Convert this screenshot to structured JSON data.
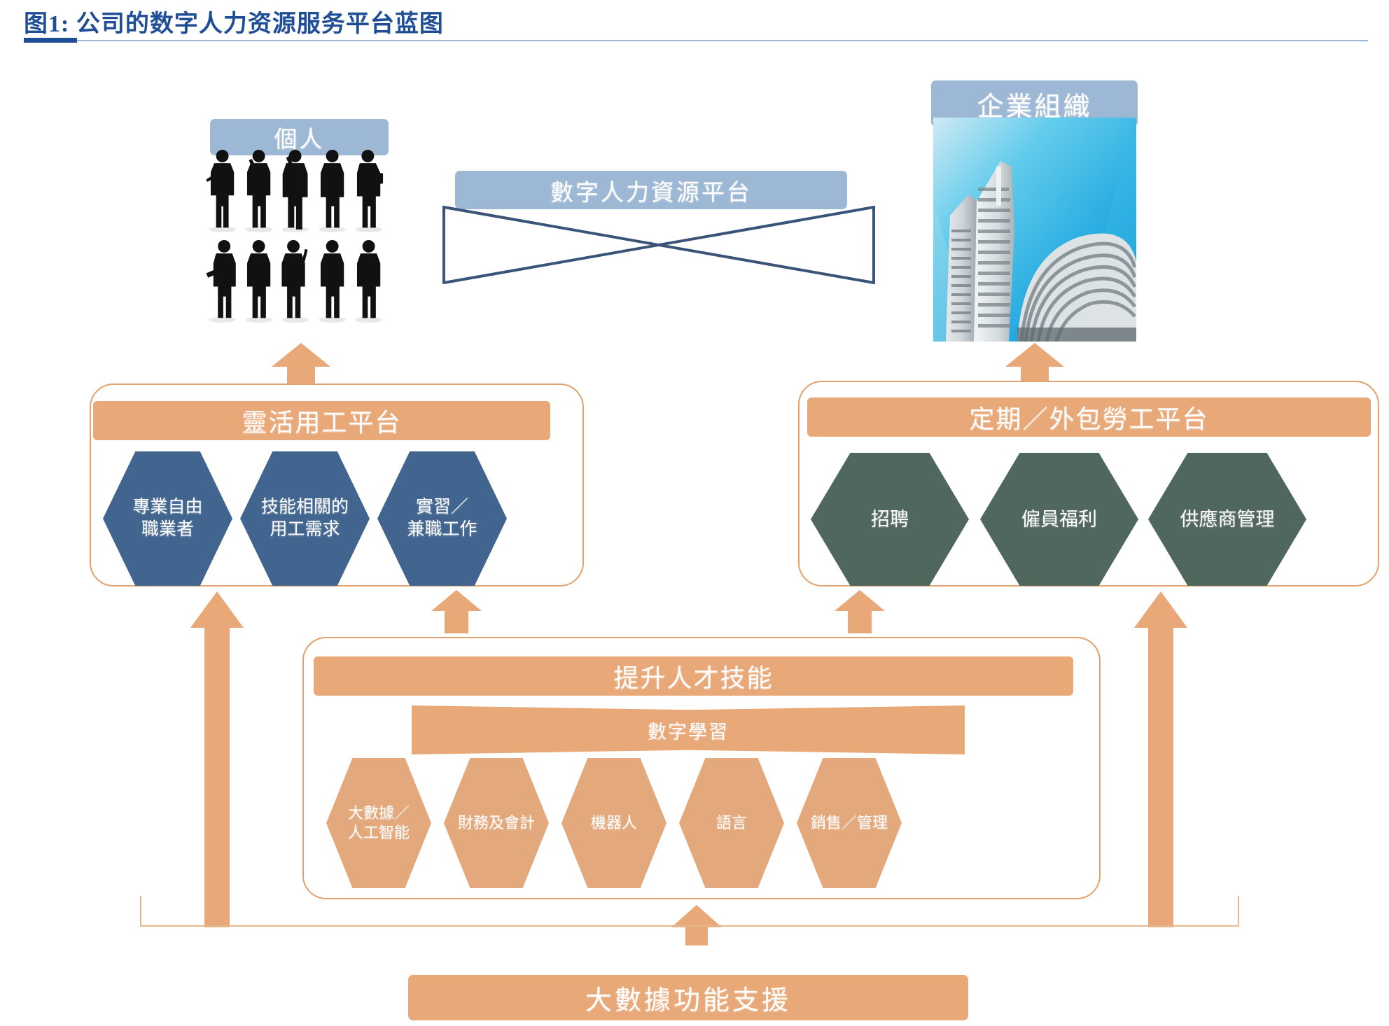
{
  "header": {
    "title": "图1: 公司的数字人力资源服务平台蓝图",
    "title_color": "#1f4e96",
    "rule_color": "#9fb6d4"
  },
  "colors": {
    "banner_blue": "#9db8d4",
    "panel_orange": "#e8a878",
    "hex_blue": "#42658f",
    "hex_green": "#50675d",
    "hex_orange": "#e3a87c",
    "bowtie_outline": "#3a5378"
  },
  "top": {
    "individuals": {
      "banner_label": "個人",
      "icon": "business-people-silhouettes",
      "people_count": 10
    },
    "platform": {
      "banner_label": "數字人力資源平台",
      "shape": "bowtie-outline"
    },
    "enterprise": {
      "banner_label": "企業組織",
      "icon": "office-buildings-photo"
    }
  },
  "panels": [
    {
      "id": "flexible-staffing",
      "title": "靈活用工平台",
      "hex_color": "blue",
      "hexagons": [
        {
          "label": "專業自由\n職業者"
        },
        {
          "label": "技能相關的\n用工需求"
        },
        {
          "label": "實習／\n兼職工作"
        }
      ]
    },
    {
      "id": "contract-outsourced",
      "title": "定期／外包勞工平台",
      "hex_color": "green",
      "hexagons": [
        {
          "label": "招聘"
        },
        {
          "label": "僱員福利"
        },
        {
          "label": "供應商管理"
        }
      ]
    },
    {
      "id": "talent-skills",
      "title": "提升人才技能",
      "subtitle": "數字學習",
      "hex_color": "orange",
      "hexagons": [
        {
          "label": "大數據／\n人工智能"
        },
        {
          "label": "財務及會計"
        },
        {
          "label": "機器人"
        },
        {
          "label": "語言"
        },
        {
          "label": "銷售／管理"
        }
      ]
    }
  ],
  "foundation": {
    "label": "大數據功能支援"
  },
  "arrows": {
    "to_individuals": "arrow-up",
    "to_enterprise": "arrow-up",
    "skills_to_flexible": "arrow-up",
    "skills_to_contract": "arrow-up",
    "foundation_to_flexible": "arrow-up-long",
    "foundation_to_contract": "arrow-up-long",
    "foundation_to_skills": "arrow-up"
  }
}
